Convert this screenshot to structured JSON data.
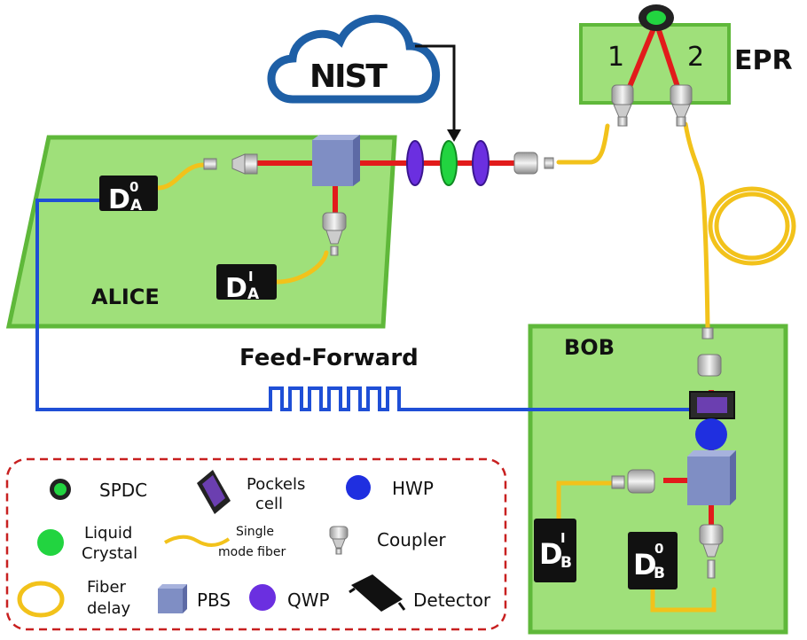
{
  "cloud": {
    "label": "NIST"
  },
  "epr": {
    "label": "EPR",
    "port1": "1",
    "port2": "2"
  },
  "alice": {
    "label": "ALICE",
    "det0_main": "D",
    "det0_sup": "0",
    "det0_sub": "A",
    "det1_main": "D",
    "det1_sup": "I",
    "det1_sub": "A"
  },
  "bob": {
    "label": "BOB",
    "det0_main": "D",
    "det0_sup": "0",
    "det0_sub": "B",
    "det1_main": "D",
    "det1_sup": "I",
    "det1_sub": "B"
  },
  "feed_forward": {
    "label": "Feed-Forward"
  },
  "legend": {
    "spdc": "SPDC",
    "pockels_line1": "Pockels",
    "pockels_line2": "cell",
    "hwp": "HWP",
    "lc_line1": "Liquid",
    "lc_line2": "Crystal",
    "smf_line1": "Single",
    "smf_line2": "mode fiber",
    "coupler": "Coupler",
    "delay_line1": "Fiber",
    "delay_line2": "delay",
    "pbs": "PBS",
    "qwp": "QWP",
    "detector": "Detector"
  },
  "colors": {
    "table_green": "#9fe07a",
    "table_border": "#5fb83a",
    "laser_red": "#e21b1b",
    "fiber_yellow": "#f2c21b",
    "feed_blue": "#1f4fd6",
    "pbs_blue": "#7f8ec4",
    "hwp_blue": "#1f2fe0",
    "qwp_purple": "#6b2fe0",
    "lc_green": "#22d440",
    "cloud_blue": "#1e5fa6",
    "legend_border": "#c82020"
  }
}
